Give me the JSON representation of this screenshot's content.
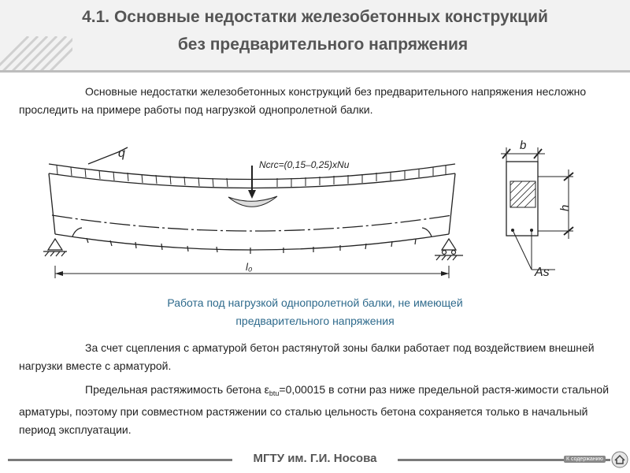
{
  "slide": {
    "title_line1": "4.1. Основные недостатки железобетонных конструкций",
    "title_line2": "без предварительного напряжения",
    "paragraph1": "Основные недостатки железобетонных конструкций без предварительного напряжения несложно проследить на примере работы под нагрузкой однопролетной балки.",
    "caption_line1": "Работа под нагрузкой однопролетной балки, не имеющей",
    "caption_line2": "предварительного напряжения",
    "paragraph2": "За счет сцепления с арматурой бетон растянутой зоны балки работает под воздействием внешней нагрузки вместе с арматурой.",
    "paragraph3_before": "Предельная растяжимость бетона ε",
    "paragraph3_sub": "btu",
    "paragraph3_after": "=0,00015 в сотни раз ниже предельной растя-жимости стальной арматуры, поэтому при совместном растяжении со сталью цельность бетона сохраняется только в начальный период эксплуатации."
  },
  "figure": {
    "load_label": "q",
    "force_label": "Ncrc=(0,15–0,25)xNu",
    "span_label": "l₀",
    "width_label": "b",
    "height_label": "h",
    "rebar_label": "As"
  },
  "footer": {
    "institution": "МГТУ им. Г.И. Носова",
    "toc_link": "К содержанию",
    "home_icon": "home-icon"
  },
  "colors": {
    "caption": "#2e6a8c",
    "title": "#555555",
    "title_band": "#f2f2f2"
  }
}
